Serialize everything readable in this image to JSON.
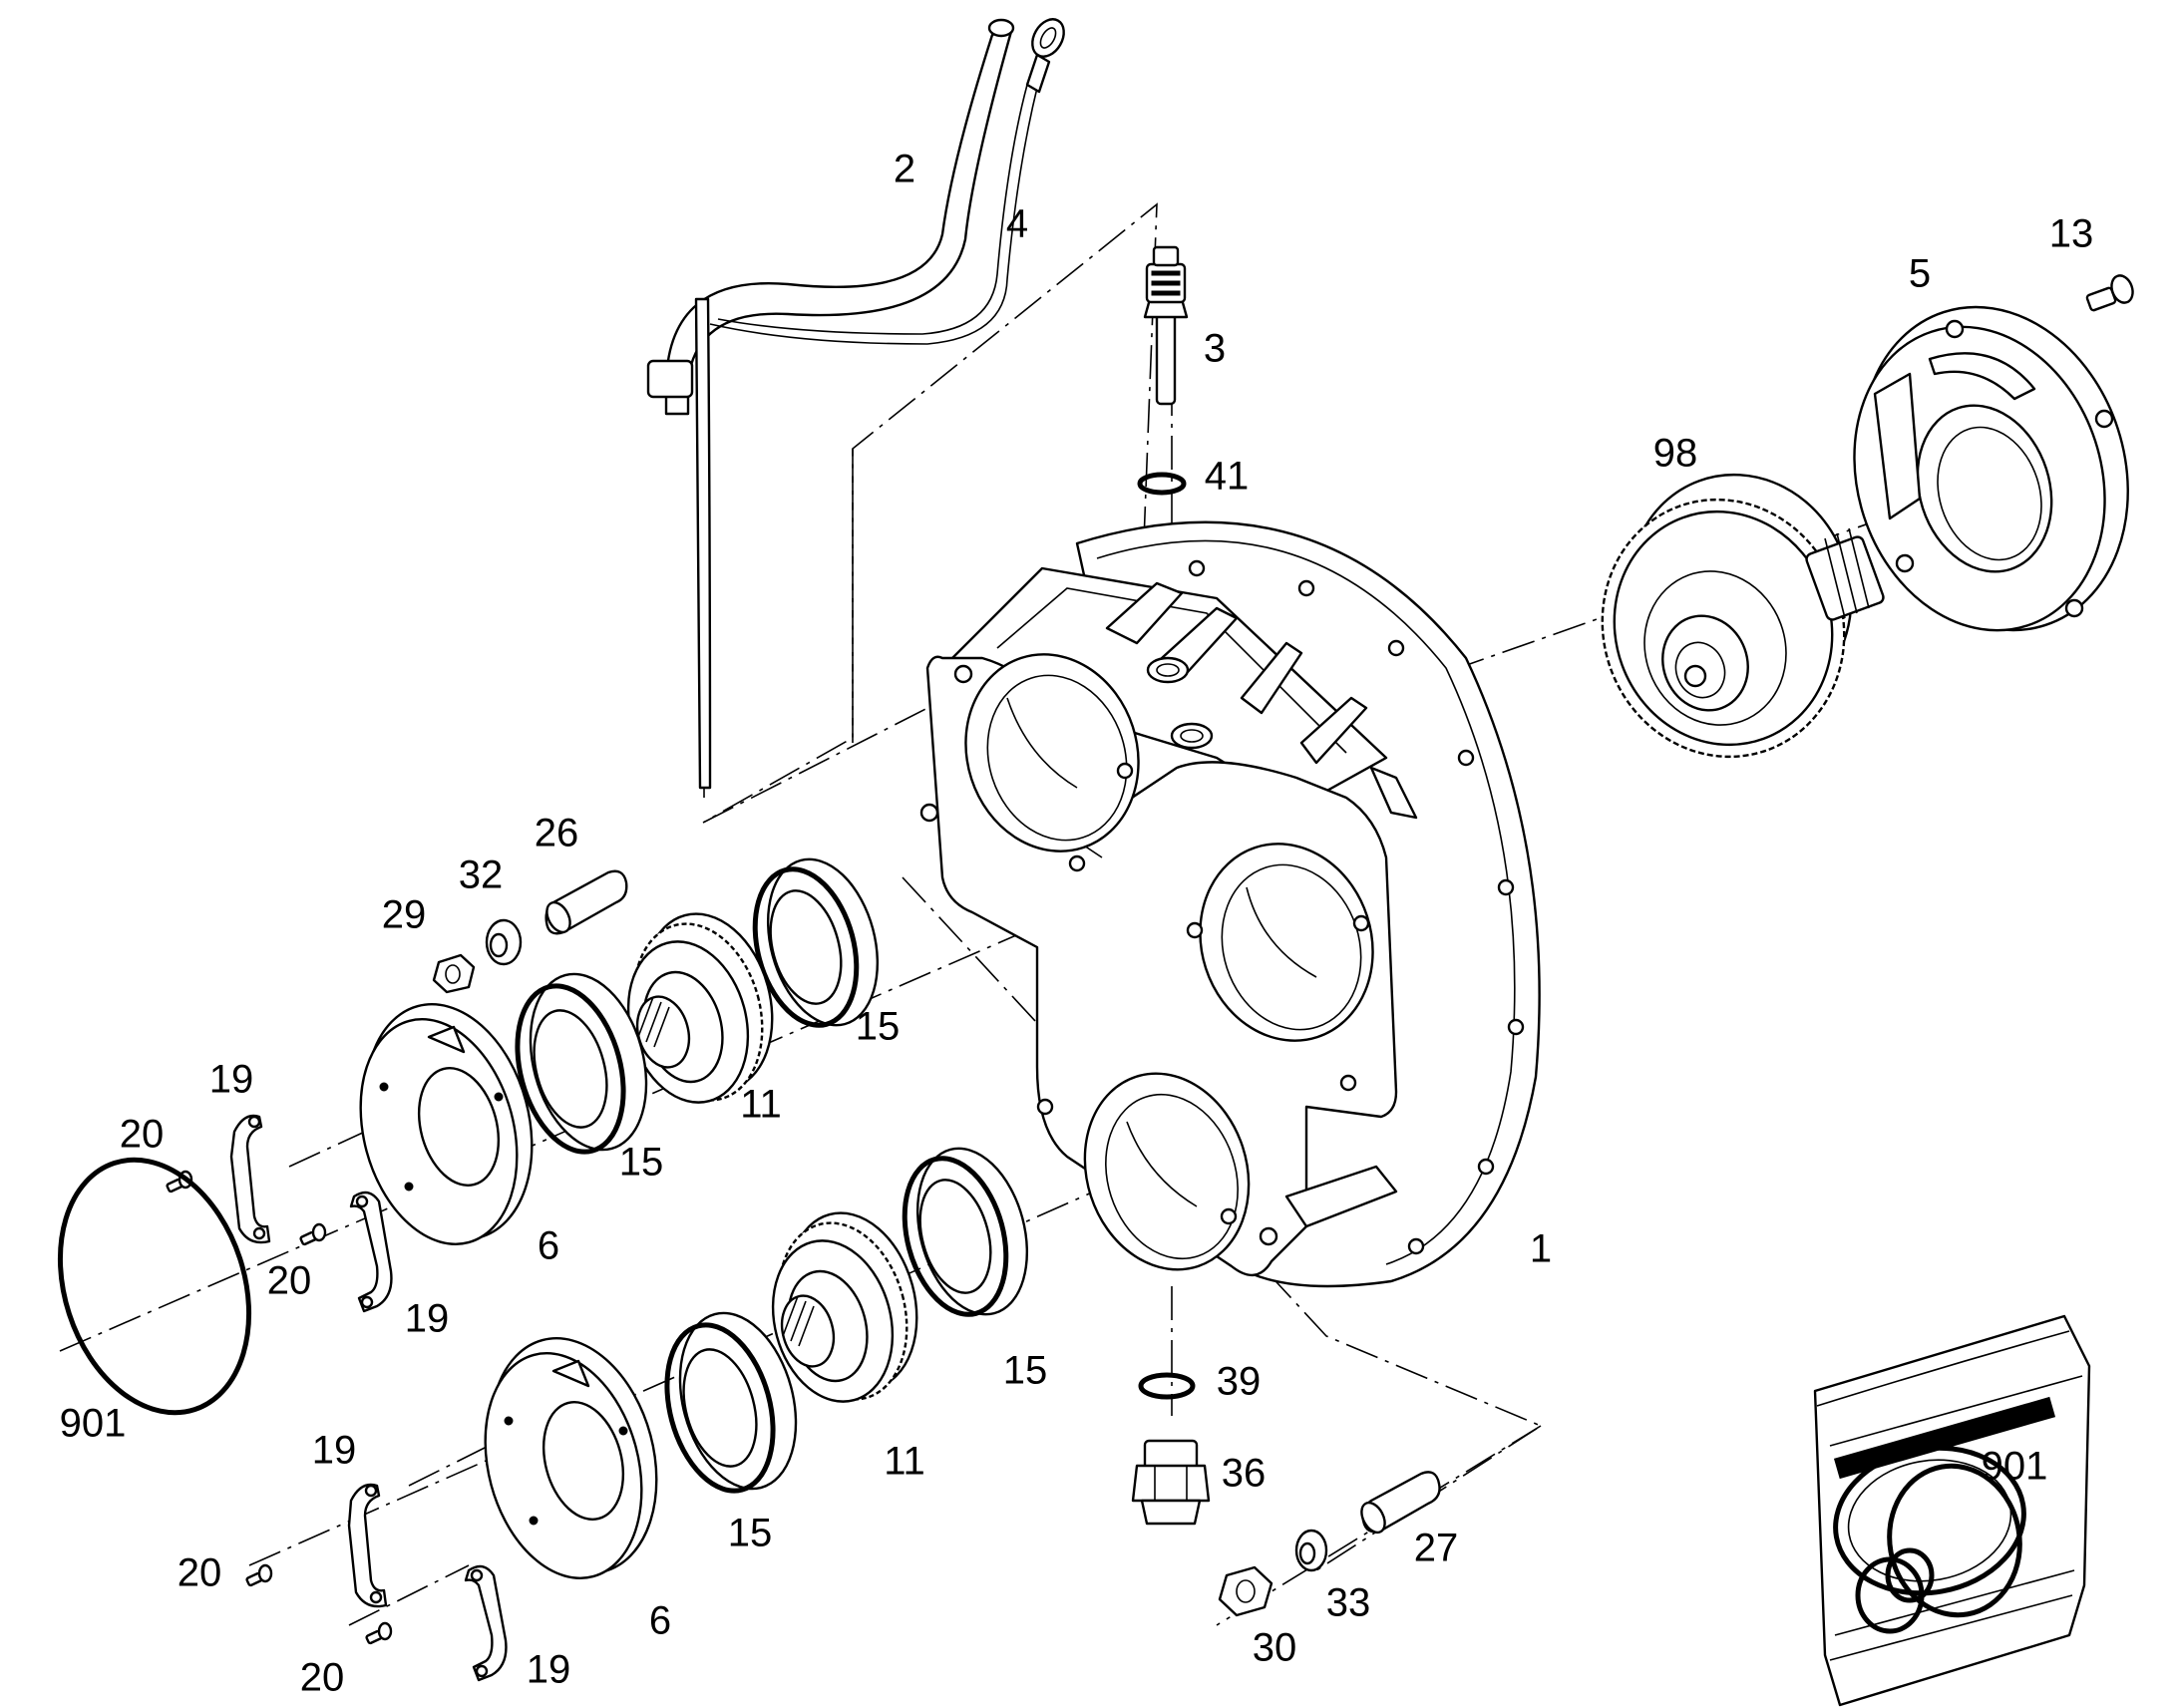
{
  "callouts": {
    "c1": "1",
    "c2": "2",
    "c3": "3",
    "c4": "4",
    "c5": "5",
    "c6a": "6",
    "c6b": "6",
    "c11a": "11",
    "c11b": "11",
    "c13": "13",
    "c15a": "15",
    "c15b": "15",
    "c15c": "15",
    "c15d": "15",
    "c19a": "19",
    "c19b": "19",
    "c19c": "19",
    "c19d": "19",
    "c20a": "20",
    "c20b": "20",
    "c20c": "20",
    "c20d": "20",
    "c26": "26",
    "c27": "27",
    "c29": "29",
    "c30": "30",
    "c32": "32",
    "c33": "33",
    "c36": "36",
    "c39": "39",
    "c41": "41",
    "c98": "98",
    "c901a": "901",
    "c901b": "901"
  }
}
